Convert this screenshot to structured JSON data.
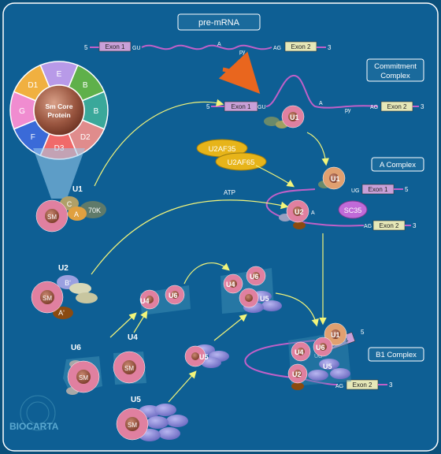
{
  "labels": {
    "pre_mrna": "pre-mRNA",
    "commitment_line1": "Commitment",
    "commitment_line2": "Complex",
    "a_complex": "A Complex",
    "b1_complex": "B1 Complex",
    "sm_core_line1": "Sm Core",
    "sm_core_line2": "Protein",
    "atp": "ATP",
    "logo": "BIOCARTA"
  },
  "rna": {
    "exon1": "Exon 1",
    "exon2": "Exon 2",
    "five": "5",
    "three": "3",
    "gu": "GU",
    "a": "A",
    "py": "py",
    "ag": "AG",
    "ug": "UG"
  },
  "sm_subunits": [
    "E",
    "B",
    "B",
    "D2",
    "D3",
    "F",
    "G",
    "D1"
  ],
  "proteins": {
    "u2af35": "U2AF35",
    "u2af65": "U2AF65",
    "sc35": "SC35",
    "c": "C",
    "a": "A",
    "k70": "70K",
    "b_prime": "B'",
    "a_prime": "A'",
    "sm": "SM"
  },
  "snrnps": {
    "u1": "U1",
    "u2": "U2",
    "u4": "U4",
    "u5": "U5",
    "u6": "U6"
  },
  "colors": {
    "background": "#0a4f7a",
    "box_fill": "#1a6a9c",
    "exon": "#c9a0d8",
    "exon2": "#e6e8b8",
    "rna_strand": "#c060c8",
    "arrow_yellow": "#f3f57a",
    "arrow_orange": "#e9661e",
    "u2af": "#e7b419",
    "sc35": "#c06ad8",
    "u5_blob": "#8a88d6"
  }
}
